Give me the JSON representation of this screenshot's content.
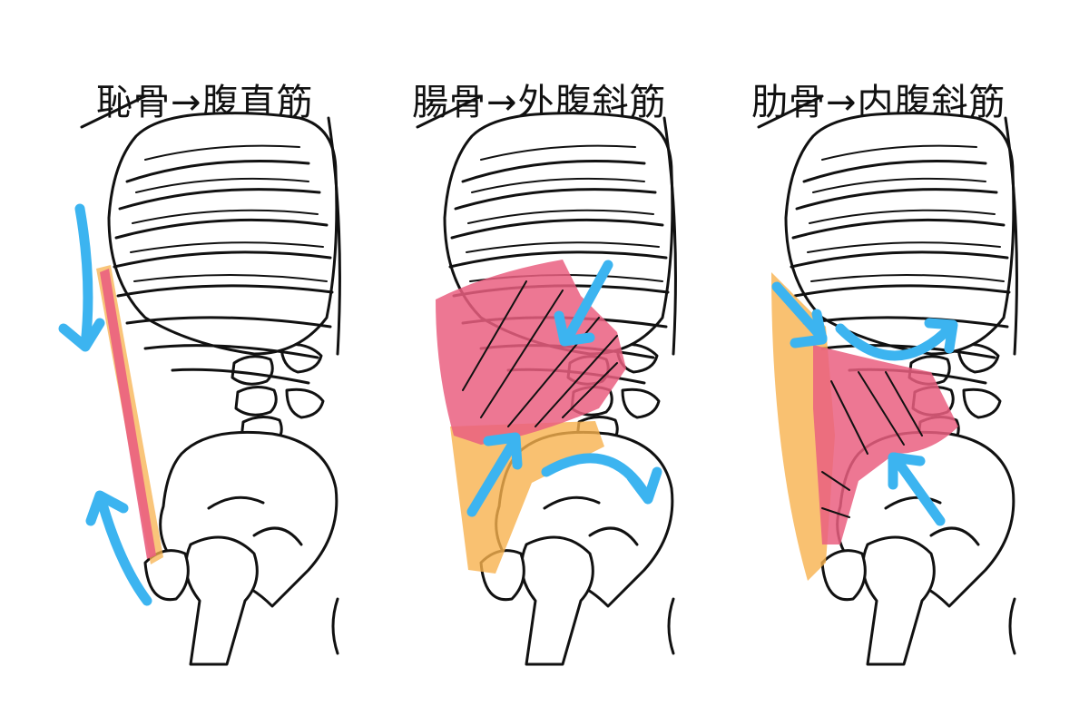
{
  "panels": [
    {
      "title": "恥骨→腹直筋"
    },
    {
      "title": "腸骨→外腹斜筋"
    },
    {
      "title": "肋骨→内腹斜筋"
    }
  ],
  "colors": {
    "muscle": "#ea5f80",
    "bone_highlight": "#f7b24e",
    "arrow": "#3cb4f0",
    "outline": "#111111",
    "background": "#ffffff"
  },
  "icons": [
    "ribcage",
    "spine",
    "pelvis",
    "femur",
    "arrow"
  ]
}
